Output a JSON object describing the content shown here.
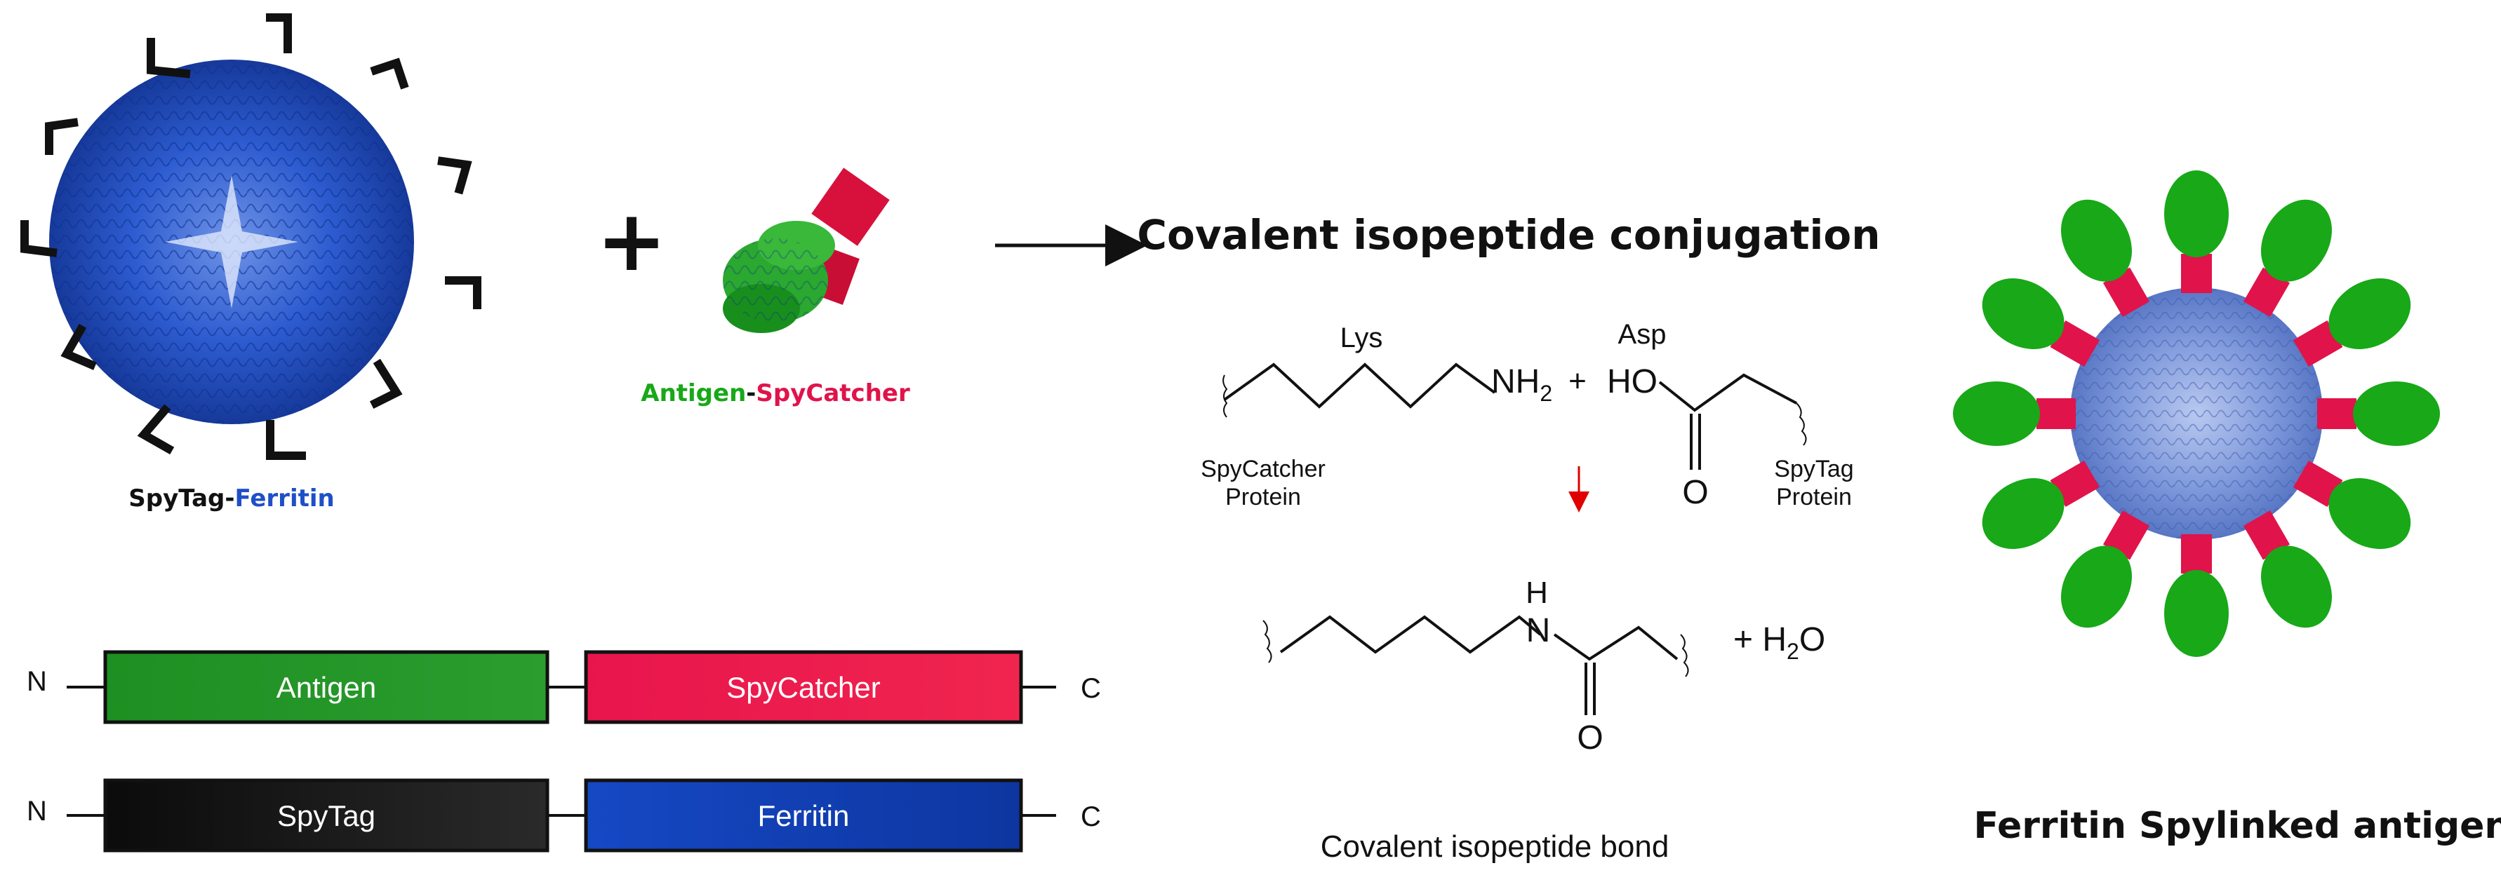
{
  "colors": {
    "ferritin_blue": "#1f4fc8",
    "antigen_green": "#18a818",
    "spycatcher_red": "#e0134a",
    "spytag_black": "#111111",
    "arrow_red": "#e00000"
  },
  "left_panel": {
    "spytag_text": "SpyTag",
    "dash": "-",
    "ferritin_text": "Ferritin",
    "plus": "+",
    "antigen_text": "Antigen",
    "spycatcher_text": "SpyCatcher"
  },
  "constructs": [
    {
      "n_label": "N",
      "c_label": "C",
      "boxes": [
        {
          "label": "Antigen",
          "color": "#1e8f22",
          "color_end": "#2b9d2f"
        },
        {
          "label": "SpyCatcher",
          "color": "#e8154d",
          "color_end": "#f0254e"
        }
      ]
    },
    {
      "n_label": "N",
      "c_label": "C",
      "boxes": [
        {
          "label": "SpyTag",
          "color": "#0b0b0b",
          "color_end": "#2a2a2a"
        },
        {
          "label": "Ferritin",
          "color": "#1648c4",
          "color_end": "#0d36a0"
        }
      ]
    }
  ],
  "reaction": {
    "title": "Covalent isopeptide conjugation",
    "lys_label": "Lys",
    "asp_label": "Asp",
    "nh2_label": "NH",
    "nh2_sub": "2",
    "plus": "+",
    "ho_label": "HO",
    "o_label": "O",
    "spycatcher_protein": [
      "SpyCatcher",
      "Protein"
    ],
    "spytag_protein": [
      "SpyTag",
      "Protein"
    ],
    "h_label": "H",
    "n_label": "N",
    "product_o": "O",
    "water": "+ H",
    "water_sub": "2",
    "water_o": "O",
    "bond_caption": "Covalent isopeptide bond"
  },
  "product": {
    "title": "Ferritin Spylinked antigen"
  }
}
